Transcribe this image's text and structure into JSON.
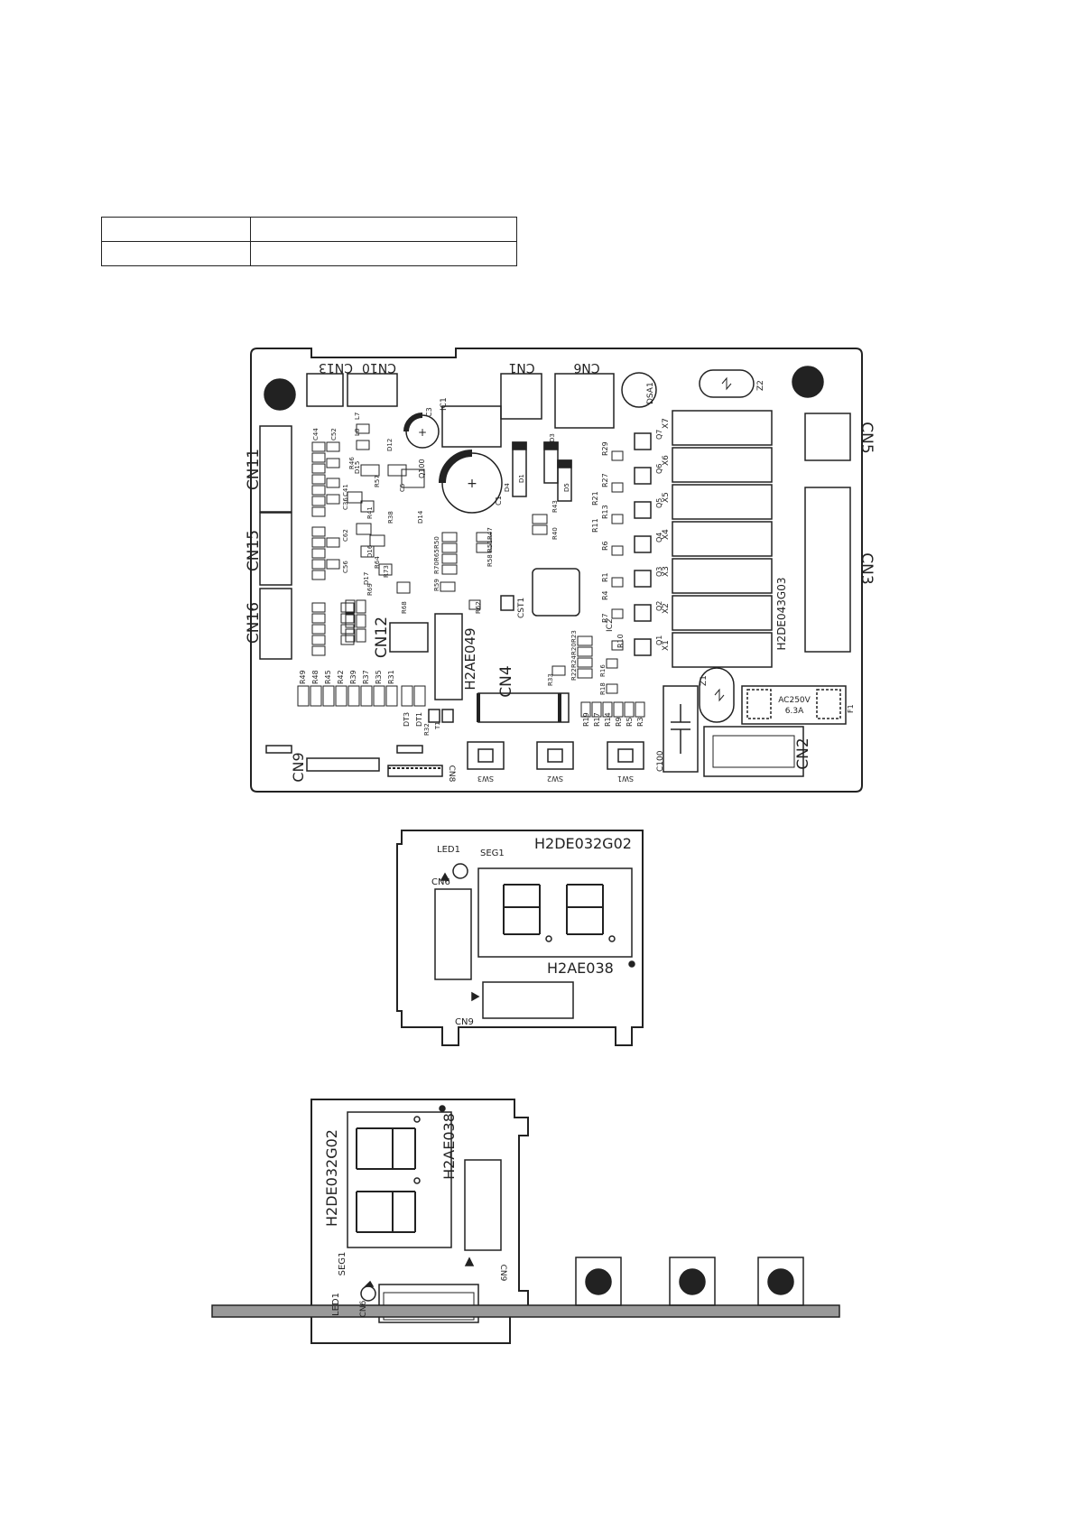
{
  "main_board": {
    "model_label": "H2DE043G03",
    "pcb_label": "H2AE049",
    "connectors": [
      "CN13",
      "CN10",
      "CN1",
      "CN6",
      "CN11",
      "CN15",
      "CN16",
      "CN12",
      "CN4",
      "CN5",
      "CN3",
      "CN9",
      "CN8",
      "CN2"
    ],
    "ic_labels": [
      "IC1",
      "IC2",
      "DSA1",
      "Z1",
      "Z2",
      "CST1",
      "Q100",
      "C100"
    ],
    "relays": [
      "X7",
      "X6",
      "X5",
      "X4",
      "X3",
      "X2",
      "X1"
    ],
    "transistors": [
      "Q7",
      "Q6",
      "Q5",
      "Q4",
      "Q3",
      "Q2",
      "Q1"
    ],
    "switches": [
      "SW3",
      "SW2",
      "SW1"
    ],
    "fuse": {
      "label": "F1",
      "rating_line1": "AC250V",
      "rating_line2": "6.3A"
    },
    "capacitors": [
      "C1",
      "C3"
    ],
    "leds": [
      "DT3",
      "DT1"
    ],
    "resistor_column": [
      "R49",
      "R48",
      "R45",
      "R42",
      "R39",
      "R37",
      "R35",
      "R31"
    ],
    "resistor_row": [
      "R19",
      "R17",
      "R14",
      "R9",
      "R5",
      "R3"
    ],
    "relay_resistors": [
      "R29",
      "R27",
      "R21",
      "R13",
      "R11",
      "R6",
      "R1",
      "R4",
      "R7",
      "R10"
    ],
    "misc_parts": [
      "D1",
      "D3",
      "D4",
      "D5",
      "D12",
      "D14",
      "D15",
      "D16",
      "D17",
      "R43",
      "R40",
      "R47",
      "R51",
      "R58",
      "R50",
      "R65",
      "R70",
      "R59",
      "R62",
      "R73",
      "R64",
      "R68",
      "R69",
      "R38",
      "R41",
      "R46",
      "R57",
      "C5",
      "C36",
      "C41",
      "C44",
      "C52",
      "C56",
      "C62",
      "R32",
      "R33",
      "R16",
      "R18",
      "R23",
      "R20",
      "R24",
      "R22",
      "L7",
      "L8",
      "T1"
    ]
  },
  "display_board": {
    "model_label": "H2DE032G02",
    "pcb_label": "H2AE038",
    "led_label": "LED1",
    "seg_label": "SEG1",
    "cn6_label": "CN6",
    "cn9_label": "CN9"
  },
  "side_view": {
    "model_label": "H2DE032G02",
    "pcb_label": "H2AE038",
    "seg_label": "SEG1",
    "led_label": "LED1",
    "cn6_label": "CN6",
    "cn9_label": "CN9"
  }
}
